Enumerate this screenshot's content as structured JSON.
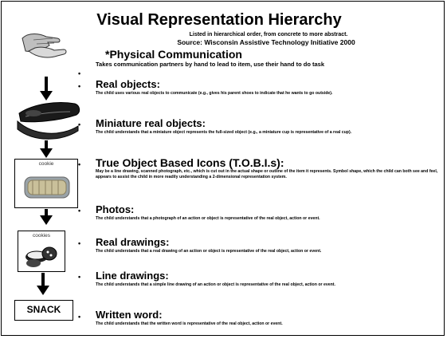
{
  "slide": {
    "title": "Visual Representation Hierarchy",
    "subtitle_order": "Listed in hierarchical order, from concrete to more abstract.",
    "subtitle_source": "Source:  Wisconsin Assistive Technology Initiative 2000",
    "physical": {
      "heading": "*Physical   Communication",
      "description": "Takes communication partners by hand to lead to item, use their hand to do task"
    },
    "bullet_char": "•",
    "items": [
      {
        "heading": "Real objects:",
        "description": "The child uses various real objects to communicate (e.g., gives his parent shoes to indicate that he wants to go outside)."
      },
      {
        "heading": "Miniature real objects:",
        "description": "The child understands that a miniature object represents the full-sized object (e.g., a miniature cup is representative of a real cup)."
      },
      {
        "heading": "True Object Based Icons (T.O.B.I.s):",
        "description": "May be a line drawing, scanned photograph, etc., which is cut out in the actual shape or outline of the item it represents. Symbol shape, which the child can both see and feel, appears to assist the child in more readily understanding a 2-dimensional representation system."
      },
      {
        "heading": "Photos:",
        "description": "The child understands that a photograph of an action or object is representative of the real object, action or event."
      },
      {
        "heading": "Real drawings:",
        "description": "The child understands that a real drawing of an action or object is representative of the real object, action or event."
      },
      {
        "heading": "Line drawings:",
        "description": "The child understands that a simple line drawing of an action or object is representative of the real object, action or event."
      },
      {
        "heading": "Written word:",
        "description": "The child understands that the written word is representative of the real object, action or event."
      }
    ],
    "illustrations": {
      "photo_card_label": "cookie",
      "drawing_card_label": "cookies",
      "written_word": "SNACK"
    }
  }
}
